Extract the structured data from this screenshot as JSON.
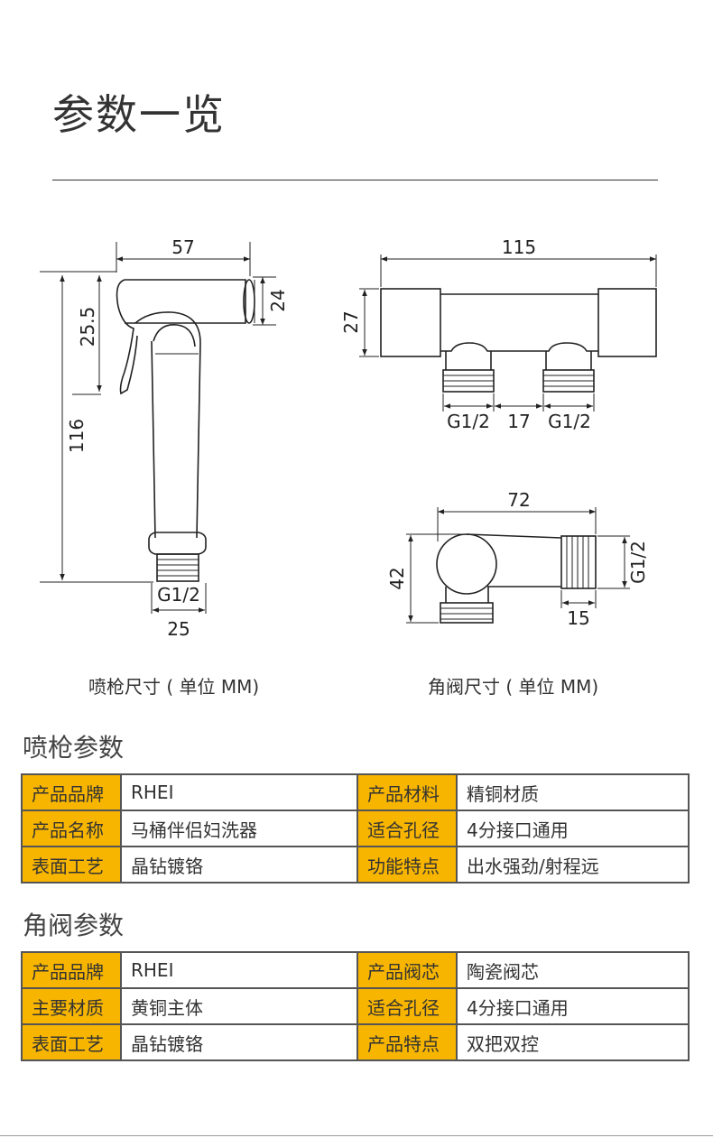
{
  "header": {
    "title": "参数一览"
  },
  "diagrams": {
    "spray_gun": {
      "caption": "喷枪尺寸 ( 单位 MM)",
      "dims": {
        "width": "57",
        "head": "24",
        "lever": "25.5",
        "height": "116",
        "thread": "G1/2",
        "base": "25"
      }
    },
    "angle_valve_double": {
      "dims": {
        "width": "115",
        "height": "27",
        "thread_left": "G1/2",
        "gap": "17",
        "thread_right": "G1/2"
      }
    },
    "angle_valve_single": {
      "caption": "角阀尺寸 ( 单位 MM)",
      "dims": {
        "width": "72",
        "height": "42",
        "thread": "G1/2",
        "outlet": "15"
      }
    }
  },
  "spray_params": {
    "heading": "喷枪参数",
    "rows": [
      {
        "l1": "产品品牌",
        "v1": "RHEI",
        "l2": "产品材料",
        "v2": "精铜材质"
      },
      {
        "l1": "产品名称",
        "v1": "马桶伴侣妇洗器",
        "l2": "适合孔径",
        "v2": "4分接口通用"
      },
      {
        "l1": "表面工艺",
        "v1": "晶钻镀铬",
        "l2": "功能特点",
        "v2": "出水强劲/射程远"
      }
    ]
  },
  "valve_params": {
    "heading": "角阀参数",
    "rows": [
      {
        "l1": "产品品牌",
        "v1": "RHEI",
        "l2": "产品阀芯",
        "v2": "陶瓷阀芯"
      },
      {
        "l1": "主要材质",
        "v1": "黄铜主体",
        "l2": "适合孔径",
        "v2": "4分接口通用"
      },
      {
        "l1": "表面工艺",
        "v1": "晶钻镀铬",
        "l2": "产品特点",
        "v2": "双把双控"
      }
    ]
  }
}
